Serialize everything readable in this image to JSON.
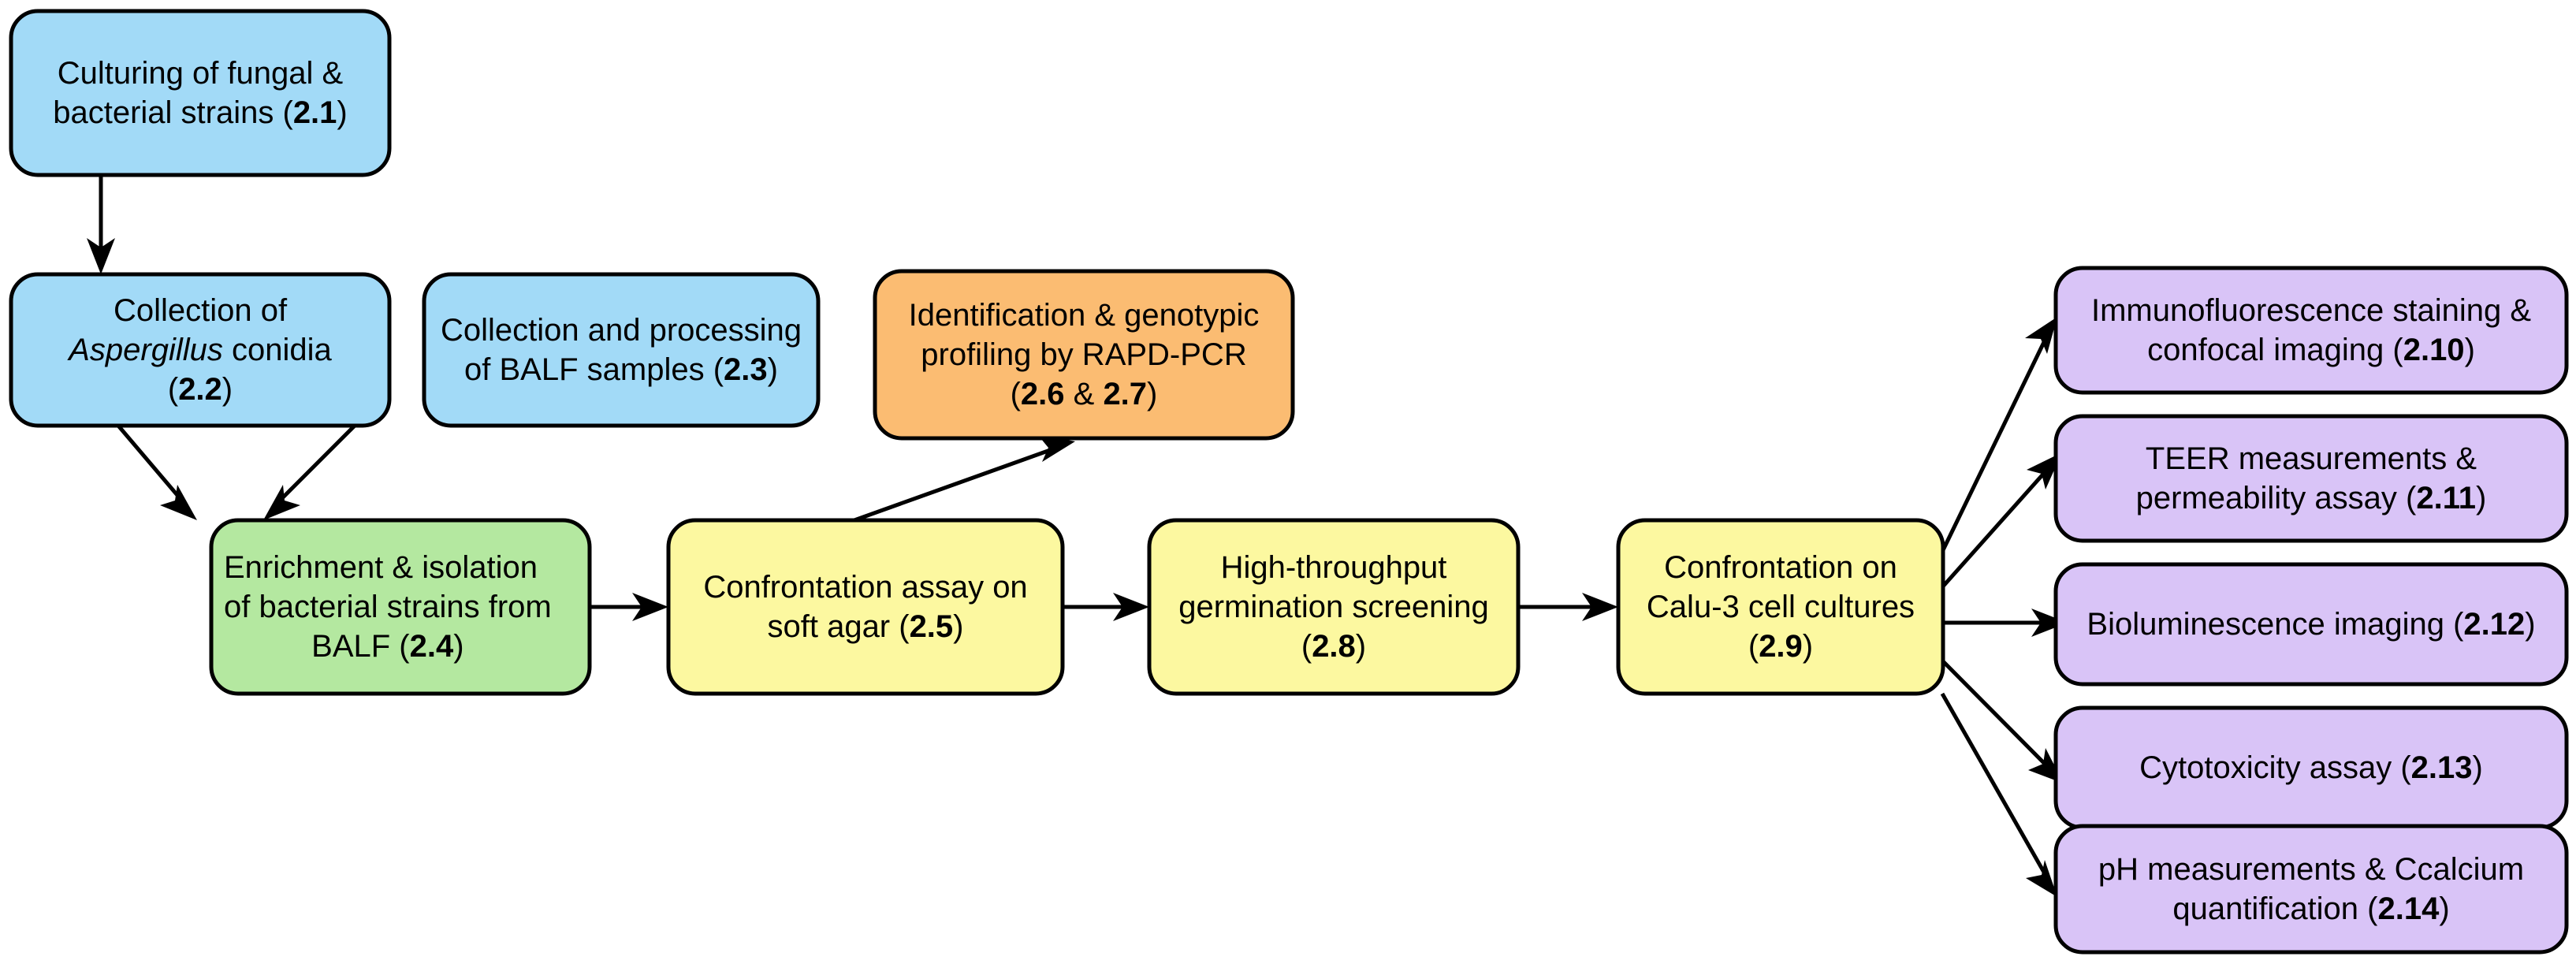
{
  "diagram": {
    "title": "Experimental workflow flowchart",
    "palette": {
      "blue": "#A2DAF7",
      "green": "#B4E8A0",
      "yellow": "#FCF8A0",
      "orange": "#FBBC72",
      "purple": "#D9C4F7",
      "stroke": "#000000",
      "text": "#000000"
    },
    "nodes": [
      {
        "id": "n21",
        "color_key": "blue",
        "section": "2.1",
        "lines": [
          "Culturing of fungal &",
          "bacterial strains (2.1)"
        ],
        "text": "Culturing of fungal & bacterial strains (2.1)"
      },
      {
        "id": "n22",
        "color_key": "blue",
        "section": "2.2",
        "lines": [
          "Collection of",
          "Aspergillus conidia",
          "(2.2)"
        ],
        "text": "Collection of Aspergillus conidia (2.2)"
      },
      {
        "id": "n23",
        "color_key": "blue",
        "section": "2.3",
        "lines": [
          "Collection and processing",
          "of BALF samples (2.3)"
        ],
        "text": "Collection and processing of BALF samples (2.3)"
      },
      {
        "id": "n2627",
        "color_key": "orange",
        "section": "2.6 & 2.7",
        "lines": [
          "Identification & genotypic",
          "profiling by RAPD-PCR",
          "(2.6 & 2.7)"
        ],
        "text": "Identification & genotypic profiling by RAPD-PCR (2.6 & 2.7)"
      },
      {
        "id": "n24",
        "color_key": "green",
        "section": "2.4",
        "lines": [
          "Enrichment & isolation",
          "of bacterial strains from",
          "BALF (2.4)"
        ],
        "text": "Enrichment & isolation of bacterial strains from BALF (2.4)"
      },
      {
        "id": "n25",
        "color_key": "yellow",
        "section": "2.5",
        "lines": [
          "Confrontation assay on",
          "soft agar (2.5)"
        ],
        "text": "Confrontation assay on soft agar (2.5)"
      },
      {
        "id": "n28",
        "color_key": "yellow",
        "section": "2.8",
        "lines": [
          "High-throughput",
          "germination screening",
          "(2.8)"
        ],
        "text": "High-throughput germination screening (2.8)"
      },
      {
        "id": "n29",
        "color_key": "yellow",
        "section": "2.9",
        "lines": [
          "Confrontation on",
          "Calu-3 cell cultures",
          "(2.9)"
        ],
        "text": "Confrontation on Calu-3 cell cultures (2.9)"
      },
      {
        "id": "n210",
        "color_key": "purple",
        "section": "2.10",
        "lines": [
          "Immunofluorescence staining &",
          "confocal imaging (2.10)"
        ],
        "text": "Immunofluorescence staining & confocal imaging (2.10)"
      },
      {
        "id": "n211",
        "color_key": "purple",
        "section": "2.11",
        "lines": [
          "TEER measurements &",
          "permeability assay (2.11)"
        ],
        "text": "TEER measurements & permeability assay (2.11)"
      },
      {
        "id": "n212",
        "color_key": "purple",
        "section": "2.12",
        "lines": [
          "Bioluminescence imaging (2.12)"
        ],
        "text": "Bioluminescence imaging (2.12)"
      },
      {
        "id": "n213",
        "color_key": "purple",
        "section": "2.13",
        "lines": [
          "Cytotoxicity assay (2.13)"
        ],
        "text": "Cytotoxicity assay (2.13)"
      },
      {
        "id": "n214",
        "color_key": "purple",
        "section": "2.14",
        "lines": [
          "pH measurements & Ccalcium",
          "quantification (2.14)"
        ],
        "text": "pH measurements & Ccalcium quantification (2.14)"
      }
    ],
    "edges": [
      {
        "from": "n21",
        "to": "n22"
      },
      {
        "from": "n22",
        "to": "n24"
      },
      {
        "from": "n23",
        "to": "n24"
      },
      {
        "from": "n24",
        "to": "n25"
      },
      {
        "from": "n25",
        "to": "n2627"
      },
      {
        "from": "n25",
        "to": "n28"
      },
      {
        "from": "n28",
        "to": "n29"
      },
      {
        "from": "n29",
        "to": "n210"
      },
      {
        "from": "n29",
        "to": "n211"
      },
      {
        "from": "n29",
        "to": "n212"
      },
      {
        "from": "n29",
        "to": "n213"
      },
      {
        "from": "n29",
        "to": "n214"
      }
    ]
  },
  "labels": {
    "n21_l1": "Culturing of fungal &",
    "n21_l2a": "bacterial strains (",
    "n21_l2b": "2.1",
    "n21_l2c": ")",
    "n22_l1": "Collection of",
    "n22_l2a": "Aspergillus",
    "n22_l2b": " conidia",
    "n22_l3a": "(",
    "n22_l3b": "2.2",
    "n22_l3c": ")",
    "n23_l1": "Collection and processing",
    "n23_l2a": "of BALF samples (",
    "n23_l2b": "2.3",
    "n23_l2c": ")",
    "n2627_l1": "Identification & genotypic",
    "n2627_l2": "profiling by RAPD-PCR",
    "n2627_l3a": "(",
    "n2627_l3b": "2.6",
    "n2627_l3c": " & ",
    "n2627_l3d": "2.7",
    "n2627_l3e": ")",
    "n24_l1": "Enrichment & isolation",
    "n24_l2": "of bacterial strains from",
    "n24_l3a": "BALF (",
    "n24_l3b": "2.4",
    "n24_l3c": ")",
    "n25_l1": "Confrontation assay on",
    "n25_l2a": "soft agar (",
    "n25_l2b": "2.5",
    "n25_l2c": ")",
    "n28_l1": "High-throughput",
    "n28_l2": "germination screening",
    "n28_l3a": "(",
    "n28_l3b": "2.8",
    "n28_l3c": ")",
    "n29_l1": "Confrontation on",
    "n29_l2": "Calu-3 cell cultures",
    "n29_l3a": "(",
    "n29_l3b": "2.9",
    "n29_l3c": ")",
    "n210_l1": "Immunofluorescence staining &",
    "n210_l2a": "confocal imaging (",
    "n210_l2b": "2.10",
    "n210_l2c": ")",
    "n211_l1": "TEER measurements &",
    "n211_l2a": "permeability assay (",
    "n211_l2b": "2.11",
    "n211_l2c": ")",
    "n212_l1a": "Bioluminescence imaging (",
    "n212_l1b": "2.12",
    "n212_l1c": ")",
    "n213_l1a": "Cytotoxicity assay (",
    "n213_l1b": "2.13",
    "n213_l1c": ")",
    "n214_l1": "pH measurements & Ccalcium",
    "n214_l2a": "quantification (",
    "n214_l2b": "2.14",
    "n214_l2c": ")"
  }
}
